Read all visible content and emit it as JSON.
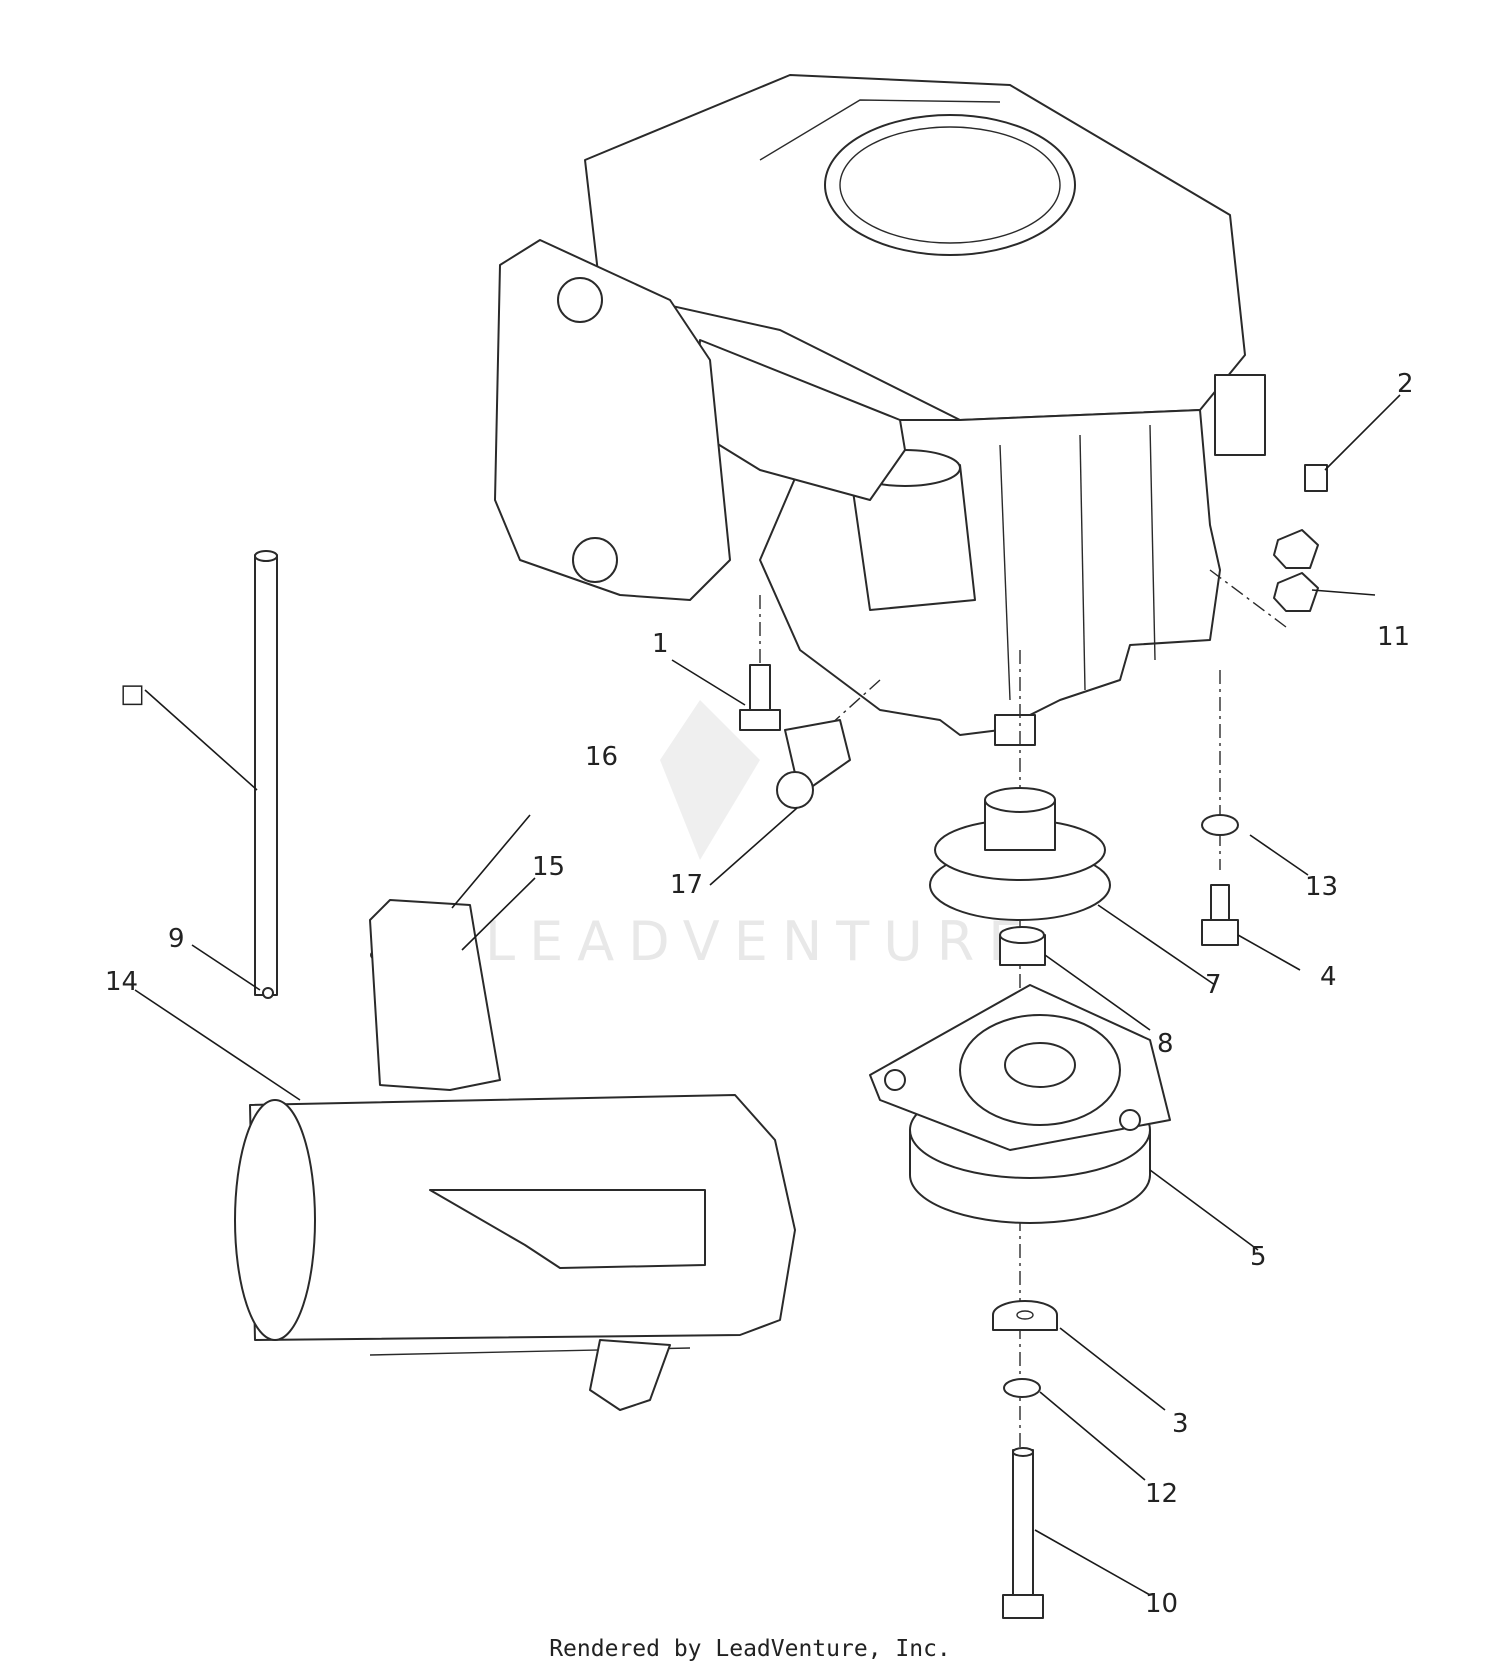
{
  "diagram": {
    "callouts": [
      {
        "id": "1",
        "label": "1"
      },
      {
        "id": "2",
        "label": "2"
      },
      {
        "id": "3",
        "label": "3"
      },
      {
        "id": "4",
        "label": "4"
      },
      {
        "id": "5",
        "label": "5"
      },
      {
        "id": "7",
        "label": "7"
      },
      {
        "id": "8",
        "label": "8"
      },
      {
        "id": "9",
        "label": "9"
      },
      {
        "id": "10",
        "label": "10"
      },
      {
        "id": "11",
        "label": "11"
      },
      {
        "id": "12",
        "label": "12"
      },
      {
        "id": "13",
        "label": "13"
      },
      {
        "id": "14",
        "label": "14"
      },
      {
        "id": "15",
        "label": "15"
      },
      {
        "id": "16",
        "label": "16"
      },
      {
        "id": "17",
        "label": "17"
      },
      {
        "id": "box",
        "label": "□"
      }
    ]
  },
  "watermark": {
    "text": "LEADVENTURE"
  },
  "footer": {
    "text": "Rendered by LeadVenture, Inc."
  }
}
